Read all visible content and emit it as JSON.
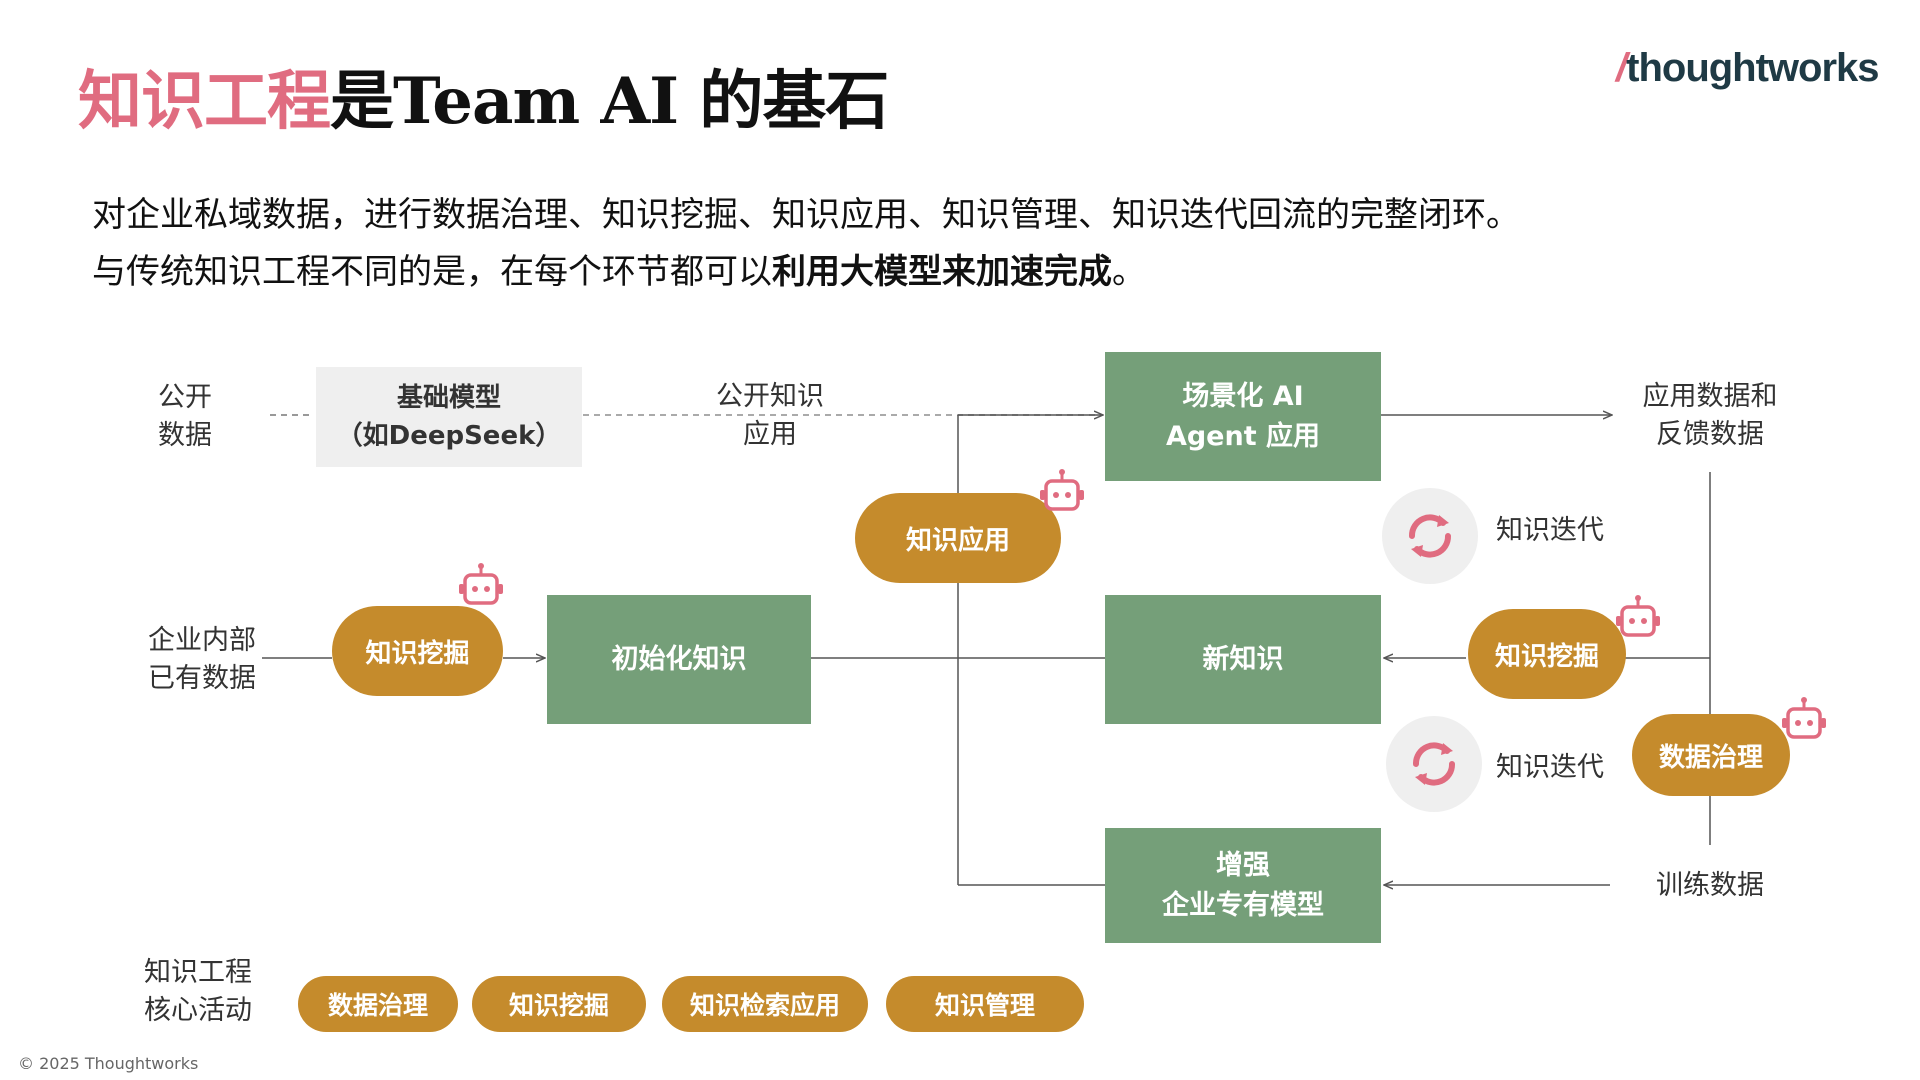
{
  "title": {
    "accent": "知识工程",
    "rest": "是Team AI 的基石"
  },
  "brand": {
    "slash": "/",
    "name": "thoughtworks"
  },
  "intro": {
    "line1": "对企业私域数据，进行数据治理、知识挖掘、知识应用、知识管理、知识迭代回流的完整闭环。",
    "line2_plain": "与传统知识工程不同的是，在每个环节都可以",
    "line2_bold": "利用大模型来加速完成",
    "line2_end": "。"
  },
  "diagram": {
    "public_data": {
      "line1": "公开",
      "line2": "数据"
    },
    "foundation_model": {
      "line1": "基础模型",
      "line2": "（如DeepSeek）"
    },
    "public_knowledge_app": {
      "line1": "公开知识",
      "line2": "应用"
    },
    "scenario_agent": {
      "line1": "场景化 AI",
      "line2": "Agent 应用"
    },
    "app_feedback_data": {
      "line1": "应用数据和",
      "line2": "反馈数据"
    },
    "knowledge_application_pill": "知识应用",
    "knowledge_iteration_1": "知识迭代",
    "knowledge_iteration_2": "知识迭代",
    "internal_data": {
      "line1": "企业内部",
      "line2": "已有数据"
    },
    "mining_pill_left": "知识挖掘",
    "initial_knowledge": "初始化知识",
    "new_knowledge": "新知识",
    "mining_pill_right": "知识挖掘",
    "data_governance_pill": "数据治理",
    "enhanced_model": {
      "line1": "增强",
      "line2": "企业专有模型"
    },
    "training_data": "训练数据"
  },
  "core_activities": {
    "label_line1": "知识工程",
    "label_line2": "核心活动",
    "items": [
      "数据治理",
      "知识挖掘",
      "知识检索应用",
      "知识管理"
    ]
  },
  "footer": "© 2025 Thoughtworks",
  "colors": {
    "accent": "#E06C80",
    "green_box": "#759F79",
    "pill": "#C58B2C",
    "gray_box": "#EFEFEF"
  },
  "icons": [
    "robot-icon",
    "refresh-cycle-icon"
  ]
}
